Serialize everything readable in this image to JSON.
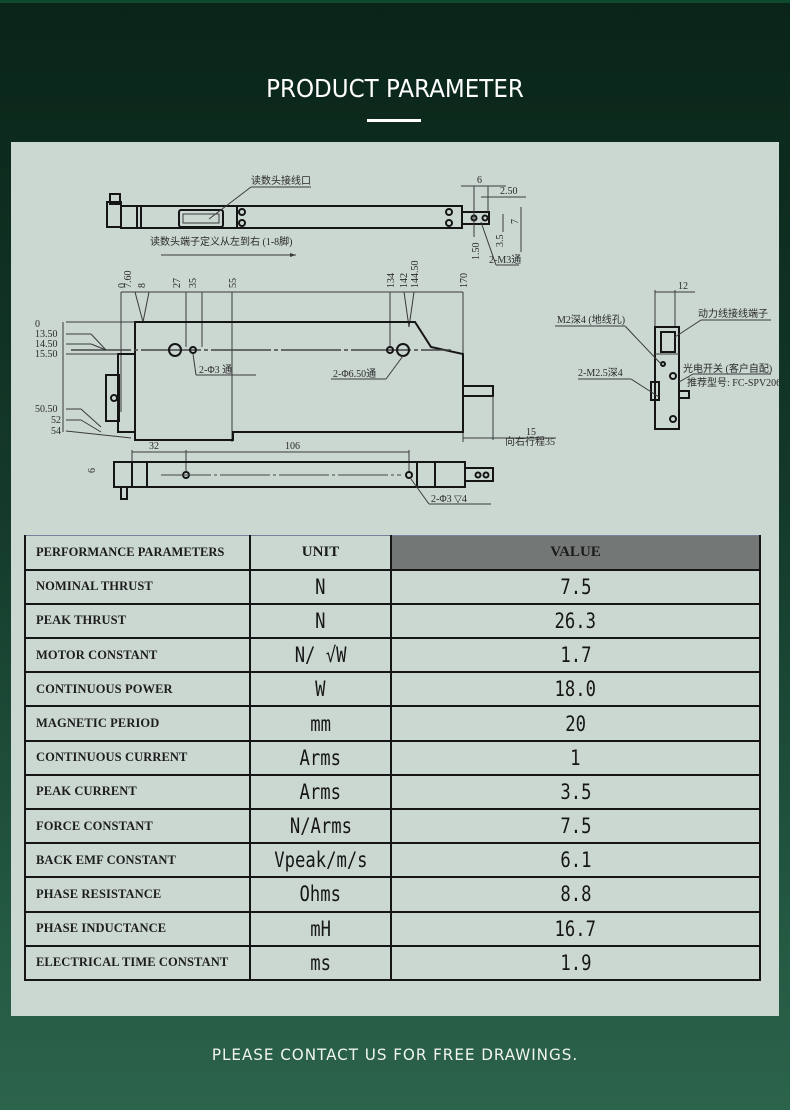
{
  "header": {
    "title": "PRODUCT PARAMETER"
  },
  "drawing": {
    "top_view": {
      "callout_connector": "读数头接线口",
      "callout_pin_definition": "读数头端子定义从左到右 (1-8脚)",
      "dims": [
        "6",
        "2.50",
        "7",
        "3.5",
        "1.50"
      ],
      "callout_mount": "2-M3通"
    },
    "front_view": {
      "x_dims": [
        "0",
        "7.60",
        "8",
        "27",
        "35",
        "55",
        "134",
        "142",
        "144.50",
        "170"
      ],
      "y_dims": [
        "0",
        "13.50",
        "14.50",
        "15.50",
        "50.50",
        "52",
        "54"
      ],
      "callout_small_holes": "2-Φ3 通",
      "callout_large_holes": "2-Φ6.50通",
      "stroke_dim": "15",
      "stroke_note": "向右行程35"
    },
    "bottom_view": {
      "dims": [
        "32",
        "106",
        "6"
      ],
      "callout_holes": "2-Φ3 ▽4"
    },
    "side_view": {
      "dim_width": "12",
      "callout_ground": "M2深4 (地线孔)",
      "callout_power": "动力线接线端子",
      "callout_mount": "2-M2.5深4",
      "callout_sensor": "光电开关 (客户自配)",
      "callout_model": "推荐型号: FC-SPV206"
    }
  },
  "table": {
    "headers": {
      "param": "PERFORMANCE PARAMETERS",
      "unit": "UNIT",
      "value": "VALUE"
    },
    "rows": [
      {
        "param": "NOMINAL THRUST",
        "unit": "N",
        "value": "7.5"
      },
      {
        "param": "PEAK THRUST",
        "unit": "N",
        "value": "26.3"
      },
      {
        "param": "MOTOR CONSTANT",
        "unit": "N/ √W",
        "value": "1.7"
      },
      {
        "param": "CONTINUOUS POWER",
        "unit": "W",
        "value": "18.0"
      },
      {
        "param": "MAGNETIC PERIOD",
        "unit": "mm",
        "value": "20"
      },
      {
        "param": "CONTINUOUS CURRENT",
        "unit": "Arms",
        "value": "1"
      },
      {
        "param": "PEAK CURRENT",
        "unit": "Arms",
        "value": "3.5"
      },
      {
        "param": "FORCE CONSTANT",
        "unit": "N/Arms",
        "value": "7.5"
      },
      {
        "param": "BACK EMF CONSTANT",
        "unit": "Vpeak/m/s",
        "value": "6.1"
      },
      {
        "param": "PHASE RESISTANCE",
        "unit": "Ohms",
        "value": "8.8"
      },
      {
        "param": "PHASE INDUCTANCE",
        "unit": "mH",
        "value": "16.7"
      },
      {
        "param": "ELECTRICAL TIME CONSTANT",
        "unit": "ms",
        "value": "1.9"
      }
    ]
  },
  "footer": {
    "text": "PLEASE CONTACT US FOR FREE DRAWINGS."
  },
  "colors": {
    "bg_top": "#0a2419",
    "bg_bottom": "#2c634b",
    "panel": "#cbd8d1",
    "value_header": "#737775",
    "text_white": "#ffffff"
  }
}
